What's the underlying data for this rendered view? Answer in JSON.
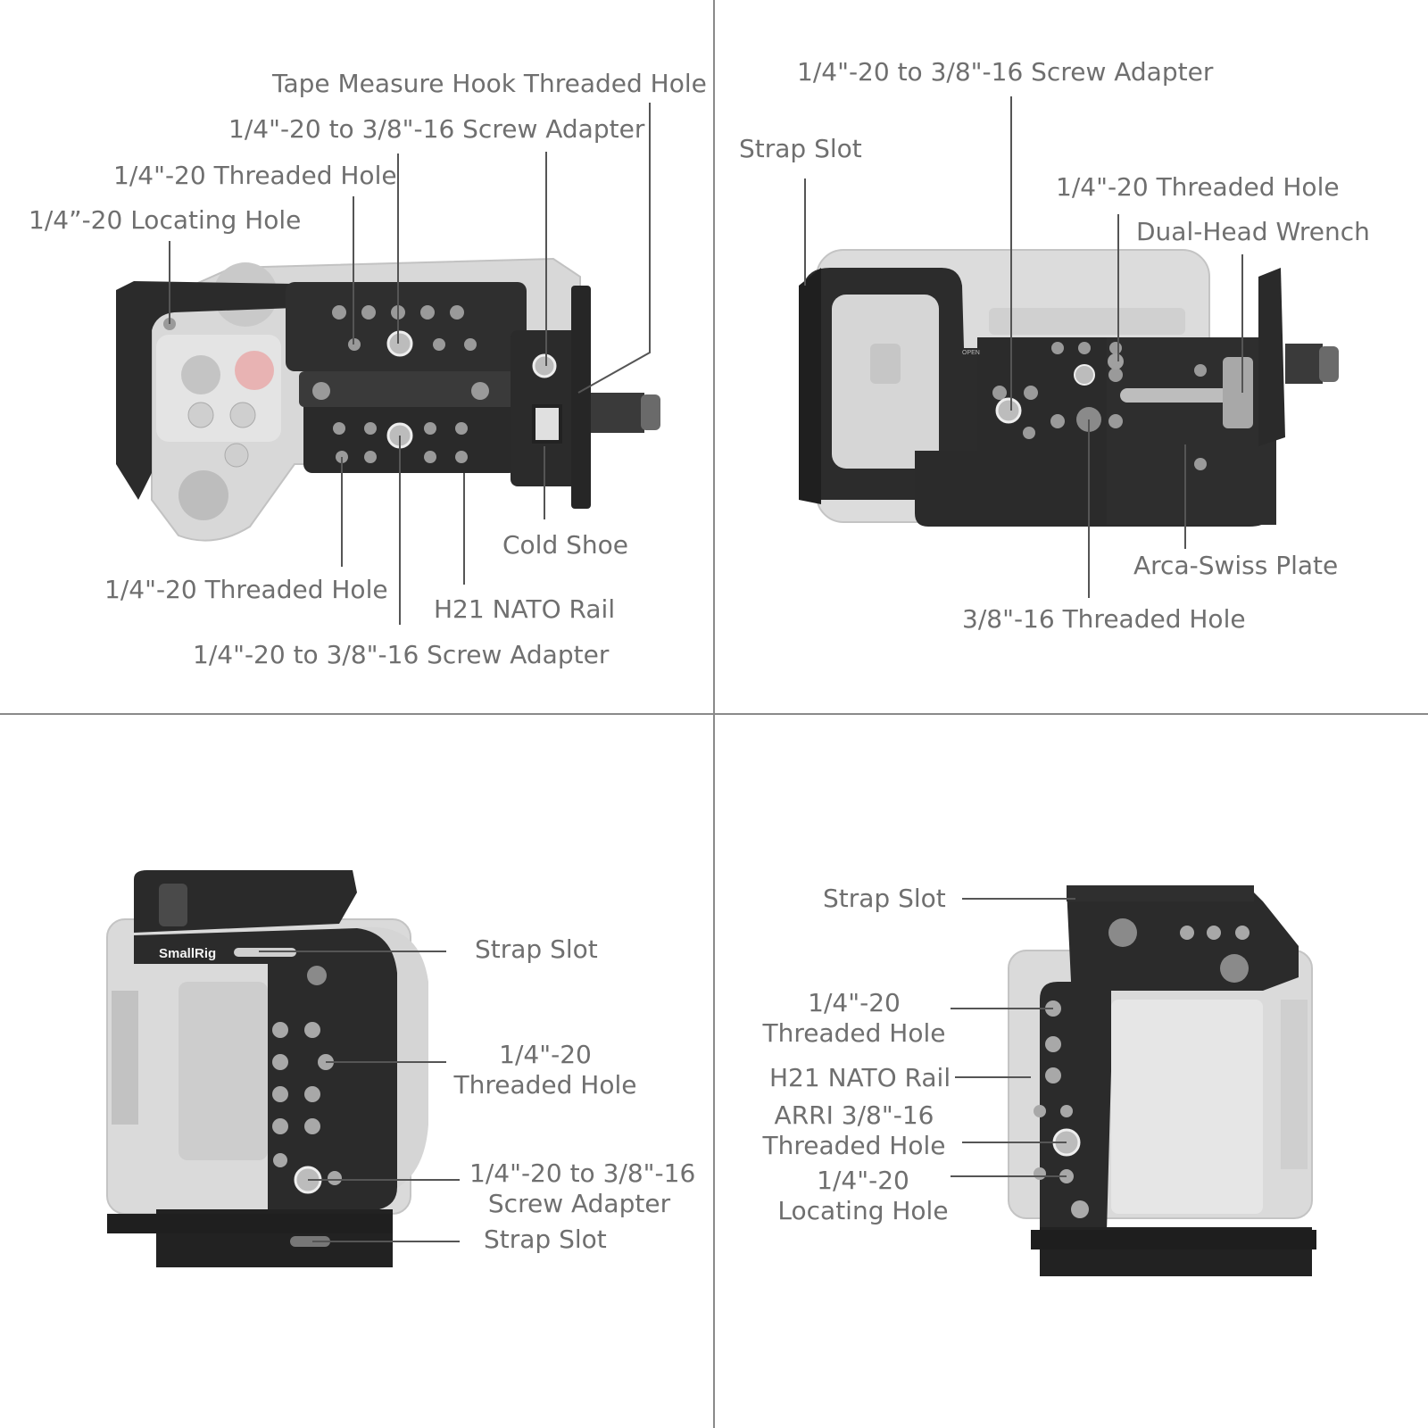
{
  "colors": {
    "label": "#6f6f6f",
    "leader": "#555555",
    "divider": "#8a8a8a",
    "cage": "#2b2b2b",
    "camera": "#d4d4d4"
  },
  "panels": [
    {
      "view": "top",
      "labels": [
        {
          "id": "tape",
          "text": "Tape Measure Hook Threaded Hole"
        },
        {
          "id": "adapter-top",
          "text": "1/4\"-20 to 3/8\"-16 Screw Adapter"
        },
        {
          "id": "threaded-top",
          "text": "1/4\"-20 Threaded Hole"
        },
        {
          "id": "locating",
          "text": "1/4”-20 Locating Hole"
        },
        {
          "id": "cold-shoe",
          "text": "Cold Shoe"
        },
        {
          "id": "threaded-bottom",
          "text": "1/4\"-20 Threaded Hole"
        },
        {
          "id": "nato",
          "text": "H21 NATO Rail"
        },
        {
          "id": "adapter-bottom",
          "text": "1/4\"-20 to 3/8\"-16 Screw Adapter"
        }
      ]
    },
    {
      "view": "bottom",
      "labels": [
        {
          "id": "adapter",
          "text": "1/4\"-20 to 3/8\"-16 Screw Adapter"
        },
        {
          "id": "strap",
          "text": "Strap Slot"
        },
        {
          "id": "threaded",
          "text": "1/4\"-20 Threaded Hole"
        },
        {
          "id": "wrench",
          "text": "Dual-Head Wrench"
        },
        {
          "id": "arca",
          "text": "Arca-Swiss Plate"
        },
        {
          "id": "threaded-38",
          "text": "3/8\"-16 Threaded Hole"
        }
      ]
    },
    {
      "view": "grip-side",
      "brand": "SmallRig",
      "labels": [
        {
          "id": "strap-top",
          "lines": [
            "Strap Slot"
          ]
        },
        {
          "id": "threaded",
          "lines": [
            "1/4\"-20",
            "Threaded Hole"
          ]
        },
        {
          "id": "adapter",
          "lines": [
            "1/4\"-20 to 3/8\"-16",
            "Screw Adapter"
          ]
        },
        {
          "id": "strap-bottom",
          "lines": [
            "Strap Slot"
          ]
        }
      ]
    },
    {
      "view": "port-side",
      "labels": [
        {
          "id": "strap",
          "lines": [
            "Strap Slot"
          ]
        },
        {
          "id": "threaded",
          "lines": [
            "1/4\"-20",
            "Threaded Hole"
          ]
        },
        {
          "id": "nato",
          "lines": [
            "H21 NATO Rail"
          ]
        },
        {
          "id": "arri",
          "lines": [
            "ARRI 3/8\"-16",
            "Threaded Hole"
          ]
        },
        {
          "id": "locating",
          "lines": [
            "1/4\"-20",
            "Locating Hole"
          ]
        }
      ]
    }
  ],
  "graphic_text": {
    "open": "OPEN"
  }
}
